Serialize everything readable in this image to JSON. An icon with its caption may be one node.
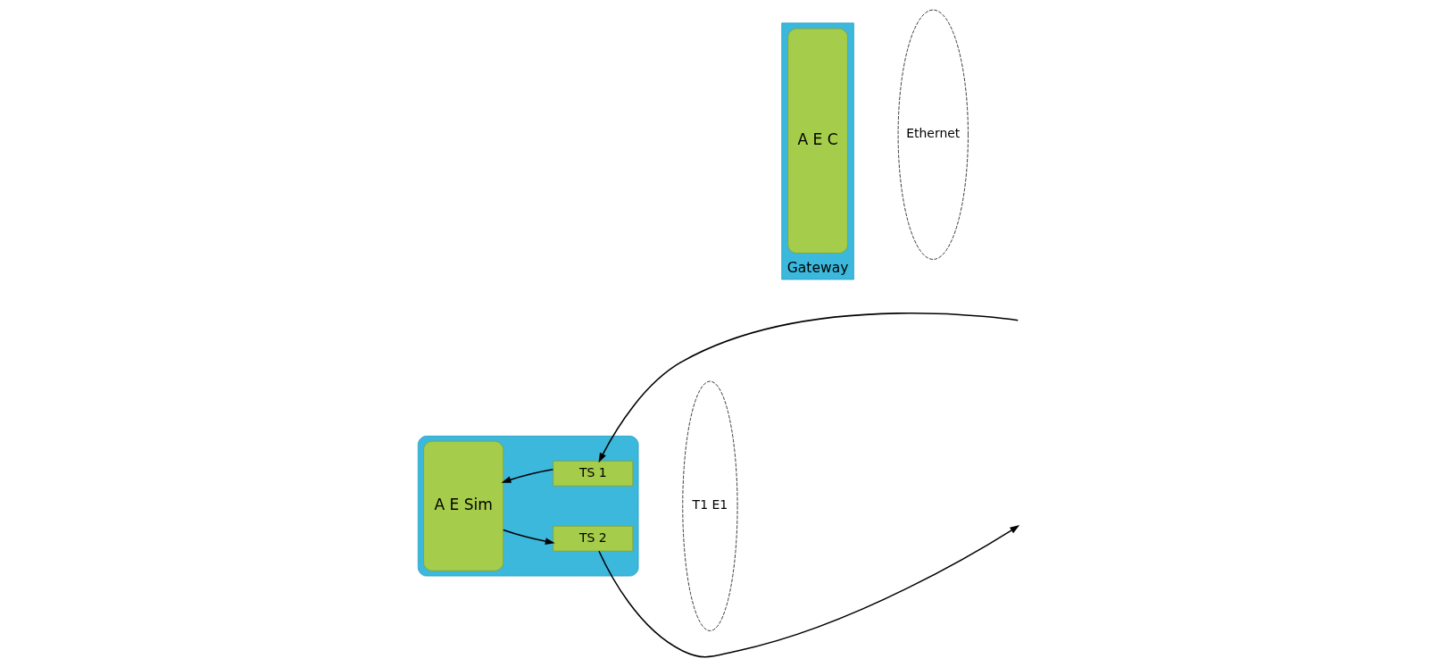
{
  "diagram": {
    "nodes": [
      {
        "text": [],
        "shape": "box"
      },
      {
        "text": [
          "TS 1"
        ],
        "in": 0
      },
      {
        "text": [
          "A E Sim"
        ],
        "in": 0
      },
      {
        "text": [
          "TS 2"
        ],
        "in": 0
      },
      {
        "text": [
          "T1 E1"
        ]
      },
      {
        "text": [
          "Gateway"
        ]
      },
      {
        "text": [
          "A E C"
        ],
        "in": 5
      },
      {
        "text": [
          "Ethernet"
        ]
      }
    ],
    "edges": [
      {
        "from": null,
        "to": 1,
        "arrow": "to"
      },
      {
        "from": 1,
        "to": 2,
        "arrow": "to"
      },
      {
        "from": 2,
        "to": 3,
        "arrow": "to"
      },
      {
        "from": 3,
        "to": null,
        "arrow": "to"
      }
    ]
  }
}
